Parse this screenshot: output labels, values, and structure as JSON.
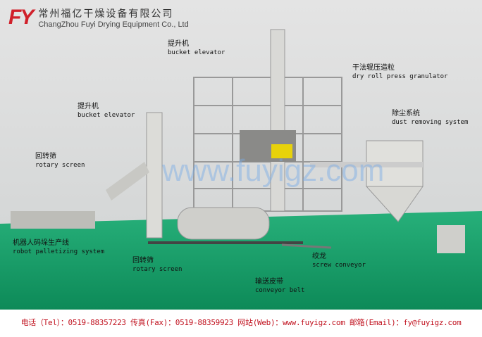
{
  "logo": {
    "mark": "FY",
    "name_cn": "常州福亿干燥设备有限公司",
    "name_en": "ChangZhou Fuyi Drying Equipment Co., Ltd"
  },
  "watermark": "www.fuyigz.com",
  "labels": [
    {
      "cn": "提升机",
      "en": "bucket elevator"
    },
    {
      "cn": "干法辊压造粒",
      "en": "dry roll press granulator"
    },
    {
      "cn": "提升机",
      "en": "bucket elevator"
    },
    {
      "cn": "除尘系统",
      "en": "dust removing system"
    },
    {
      "cn": "回转筛",
      "en": "rotary screen"
    },
    {
      "cn": "机器人码垛生产线",
      "en": "robot palletizing system"
    },
    {
      "cn": "回转筛",
      "en": "rotary screen"
    },
    {
      "cn": "绞龙",
      "en": "screw conveyor"
    },
    {
      "cn": "输送皮带",
      "en": "conveyor belt"
    }
  ],
  "footer": "电话（Tel）：0519-88357223  传真(Fax)：0519-88359923 网站(Web)：www.fuyigz.com  邮箱(Email)：fy@fuyigz.com"
}
